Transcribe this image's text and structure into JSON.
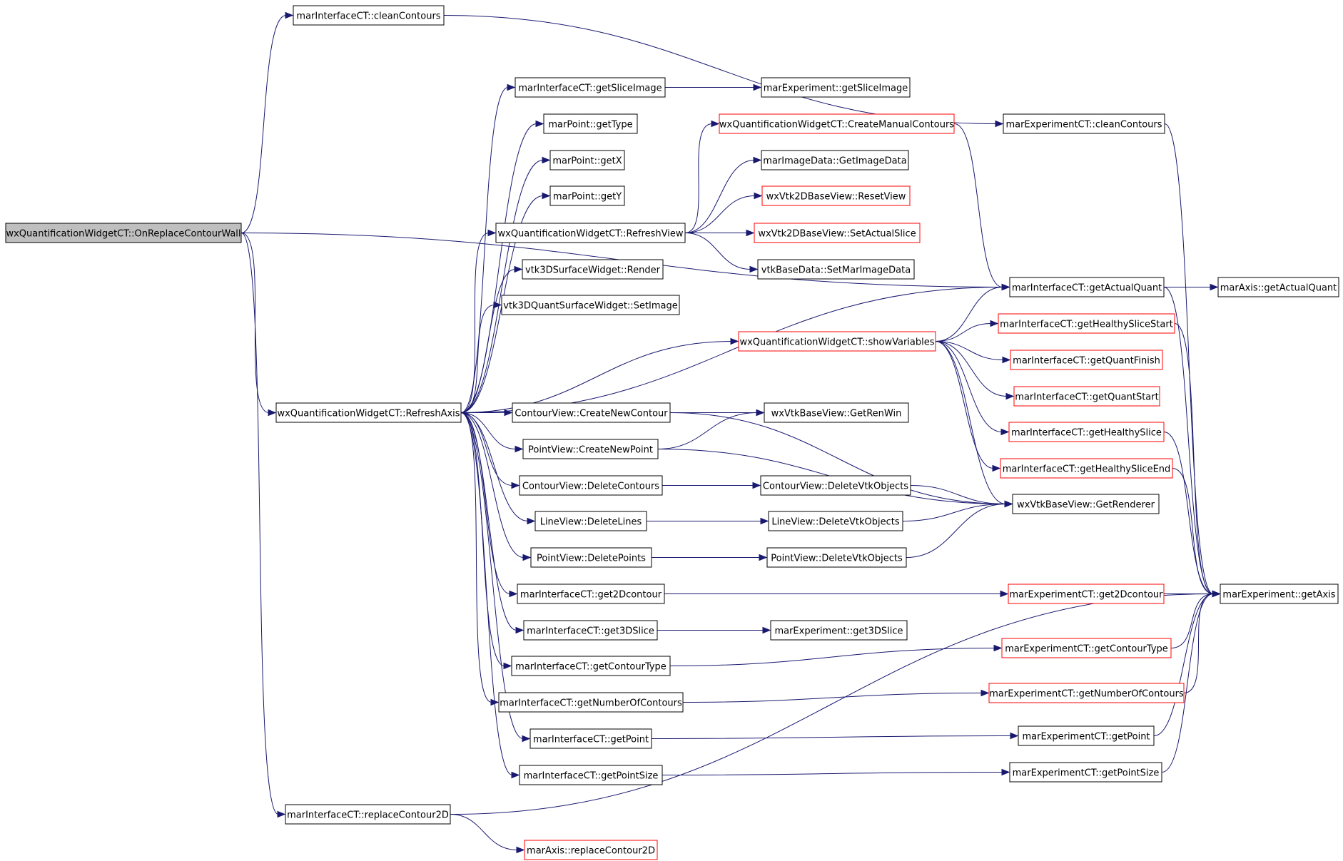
{
  "colors": {
    "edge": "#191970",
    "border_normal": "#000000",
    "border_truncated": "#ff0000",
    "fill_root": "#bfbfbf",
    "fill_normal": "#ffffff"
  },
  "nodes": [
    {
      "id": "root",
      "label": "wxQuantificationWidgetCT::OnReplaceContourWall",
      "style": "root"
    },
    {
      "id": "cleanContours",
      "label": "marInterfaceCT::cleanContours",
      "style": "normal"
    },
    {
      "id": "refreshAxis",
      "label": "wxQuantificationWidgetCT::RefreshAxis",
      "style": "normal"
    },
    {
      "id": "replaceContour2D",
      "label": "marInterfaceCT::replaceContour2D",
      "style": "normal"
    },
    {
      "id": "getSliceImage",
      "label": "marInterfaceCT::getSliceImage",
      "style": "normal"
    },
    {
      "id": "getType",
      "label": "marPoint::getType",
      "style": "normal"
    },
    {
      "id": "getX",
      "label": "marPoint::getX",
      "style": "normal"
    },
    {
      "id": "getY",
      "label": "marPoint::getY",
      "style": "normal"
    },
    {
      "id": "refreshView",
      "label": "wxQuantificationWidgetCT::RefreshView",
      "style": "normal"
    },
    {
      "id": "render",
      "label": "vtk3DSurfaceWidget::Render",
      "style": "normal"
    },
    {
      "id": "setImage",
      "label": "vtk3DQuantSurfaceWidget::SetImage",
      "style": "normal"
    },
    {
      "id": "showVariables",
      "label": "wxQuantificationWidgetCT::showVariables",
      "style": "truncated"
    },
    {
      "id": "createNewContour",
      "label": "ContourView::CreateNewContour",
      "style": "normal"
    },
    {
      "id": "createNewPoint",
      "label": "PointView::CreateNewPoint",
      "style": "normal"
    },
    {
      "id": "deleteContours",
      "label": "ContourView::DeleteContours",
      "style": "normal"
    },
    {
      "id": "deleteLines",
      "label": "LineView::DeleteLines",
      "style": "normal"
    },
    {
      "id": "deletePoints",
      "label": "PointView::DeletePoints",
      "style": "normal"
    },
    {
      "id": "get2Dcontour",
      "label": "marInterfaceCT::get2Dcontour",
      "style": "normal"
    },
    {
      "id": "get3DSlice",
      "label": "marInterfaceCT::get3DSlice",
      "style": "normal"
    },
    {
      "id": "getContourType",
      "label": "marInterfaceCT::getContourType",
      "style": "normal"
    },
    {
      "id": "getNumberOfContours",
      "label": "marInterfaceCT::getNumberOfContours",
      "style": "normal"
    },
    {
      "id": "getPoint",
      "label": "marInterfaceCT::getPoint",
      "style": "normal"
    },
    {
      "id": "getPointSize",
      "label": "marInterfaceCT::getPointSize",
      "style": "normal"
    },
    {
      "id": "axisReplaceContour2D",
      "label": "marAxis::replaceContour2D",
      "style": "truncated"
    },
    {
      "id": "expGetSliceImage",
      "label": "marExperiment::getSliceImage",
      "style": "normal"
    },
    {
      "id": "createManualContours",
      "label": "wxQuantificationWidgetCT::CreateManualContours",
      "style": "truncated"
    },
    {
      "id": "getImageData",
      "label": "marImageData::GetImageData",
      "style": "normal"
    },
    {
      "id": "resetView",
      "label": "wxVtk2DBaseView::ResetView",
      "style": "truncated"
    },
    {
      "id": "setActualSlice",
      "label": "wxVtk2DBaseView::SetActualSlice",
      "style": "truncated"
    },
    {
      "id": "setMarImageData",
      "label": "vtkBaseData::SetMarImageData",
      "style": "normal"
    },
    {
      "id": "getRenWin",
      "label": "wxVtkBaseView::GetRenWin",
      "style": "normal"
    },
    {
      "id": "contourDeleteVtk",
      "label": "ContourView::DeleteVtkObjects",
      "style": "normal"
    },
    {
      "id": "lineDeleteVtk",
      "label": "LineView::DeleteVtkObjects",
      "style": "normal"
    },
    {
      "id": "pointDeleteVtk",
      "label": "PointView::DeleteVtkObjects",
      "style": "normal"
    },
    {
      "id": "expGet3DSlice",
      "label": "marExperiment::get3DSlice",
      "style": "normal"
    },
    {
      "id": "expCleanContours",
      "label": "marExperimentCT::cleanContours",
      "style": "normal"
    },
    {
      "id": "getActualQuant",
      "label": "marInterfaceCT::getActualQuant",
      "style": "normal"
    },
    {
      "id": "getHealthySliceStart",
      "label": "marInterfaceCT::getHealthySliceStart",
      "style": "truncated"
    },
    {
      "id": "getQuantFinish",
      "label": "marInterfaceCT::getQuantFinish",
      "style": "truncated"
    },
    {
      "id": "getQuantStart",
      "label": "marInterfaceCT::getQuantStart",
      "style": "truncated"
    },
    {
      "id": "getHealthySlice",
      "label": "marInterfaceCT::getHealthySlice",
      "style": "truncated"
    },
    {
      "id": "getHealthySliceEnd",
      "label": "marInterfaceCT::getHealthySliceEnd",
      "style": "truncated"
    },
    {
      "id": "getRenderer",
      "label": "wxVtkBaseView::GetRenderer",
      "style": "normal"
    },
    {
      "id": "expCTGet2Dcontour",
      "label": "marExperimentCT::get2Dcontour",
      "style": "truncated"
    },
    {
      "id": "expCTGetContourType",
      "label": "marExperimentCT::getContourType",
      "style": "truncated"
    },
    {
      "id": "expCTGetNumberOfContours",
      "label": "marExperimentCT::getNumberOfContours",
      "style": "truncated"
    },
    {
      "id": "expCTGetPoint",
      "label": "marExperimentCT::getPoint",
      "style": "normal"
    },
    {
      "id": "expCTGetPointSize",
      "label": "marExperimentCT::getPointSize",
      "style": "normal"
    },
    {
      "id": "axisGetActualQuant",
      "label": "marAxis::getActualQuant",
      "style": "normal"
    },
    {
      "id": "expGetAxis",
      "label": "marExperiment::getAxis",
      "style": "normal"
    }
  ],
  "edges": [
    [
      "root",
      "cleanContours"
    ],
    [
      "root",
      "getActualQuant"
    ],
    [
      "root",
      "refreshAxis"
    ],
    [
      "root",
      "replaceContour2D"
    ],
    [
      "cleanContours",
      "expCleanContours"
    ],
    [
      "refreshAxis",
      "getSliceImage"
    ],
    [
      "refreshAxis",
      "getType"
    ],
    [
      "refreshAxis",
      "getX"
    ],
    [
      "refreshAxis",
      "getY"
    ],
    [
      "refreshAxis",
      "refreshView"
    ],
    [
      "refreshAxis",
      "render"
    ],
    [
      "refreshAxis",
      "setImage"
    ],
    [
      "refreshAxis",
      "getActualQuant"
    ],
    [
      "refreshAxis",
      "showVariables"
    ],
    [
      "refreshAxis",
      "createNewContour"
    ],
    [
      "refreshAxis",
      "createNewPoint"
    ],
    [
      "refreshAxis",
      "deleteContours"
    ],
    [
      "refreshAxis",
      "deleteLines"
    ],
    [
      "refreshAxis",
      "deletePoints"
    ],
    [
      "refreshAxis",
      "get2Dcontour"
    ],
    [
      "refreshAxis",
      "get3DSlice"
    ],
    [
      "refreshAxis",
      "getContourType"
    ],
    [
      "refreshAxis",
      "getNumberOfContours"
    ],
    [
      "refreshAxis",
      "getPoint"
    ],
    [
      "refreshAxis",
      "getPointSize"
    ],
    [
      "replaceContour2D",
      "axisReplaceContour2D"
    ],
    [
      "replaceContour2D",
      "expGetAxis"
    ],
    [
      "getSliceImage",
      "expGetSliceImage"
    ],
    [
      "refreshView",
      "createManualContours"
    ],
    [
      "refreshView",
      "getImageData"
    ],
    [
      "refreshView",
      "resetView"
    ],
    [
      "refreshView",
      "setActualSlice"
    ],
    [
      "refreshView",
      "setMarImageData"
    ],
    [
      "createManualContours",
      "getActualQuant"
    ],
    [
      "showVariables",
      "getActualQuant"
    ],
    [
      "showVariables",
      "getHealthySliceStart"
    ],
    [
      "showVariables",
      "getQuantFinish"
    ],
    [
      "showVariables",
      "getQuantStart"
    ],
    [
      "showVariables",
      "getHealthySlice"
    ],
    [
      "showVariables",
      "getHealthySliceEnd"
    ],
    [
      "showVariables",
      "getRenderer"
    ],
    [
      "createNewContour",
      "getRenWin"
    ],
    [
      "createNewContour",
      "getRenderer"
    ],
    [
      "createNewPoint",
      "getRenWin"
    ],
    [
      "createNewPoint",
      "getRenderer"
    ],
    [
      "deleteContours",
      "contourDeleteVtk"
    ],
    [
      "deleteLines",
      "lineDeleteVtk"
    ],
    [
      "deletePoints",
      "pointDeleteVtk"
    ],
    [
      "contourDeleteVtk",
      "getRenderer"
    ],
    [
      "lineDeleteVtk",
      "getRenderer"
    ],
    [
      "pointDeleteVtk",
      "getRenderer"
    ],
    [
      "get2Dcontour",
      "expCTGet2Dcontour"
    ],
    [
      "get3DSlice",
      "expGet3DSlice"
    ],
    [
      "getContourType",
      "expCTGetContourType"
    ],
    [
      "getNumberOfContours",
      "expCTGetNumberOfContours"
    ],
    [
      "getPoint",
      "expCTGetPoint"
    ],
    [
      "getPointSize",
      "expCTGetPointSize"
    ],
    [
      "expCleanContours",
      "expGetAxis"
    ],
    [
      "getActualQuant",
      "axisGetActualQuant"
    ],
    [
      "getActualQuant",
      "expGetAxis"
    ],
    [
      "getHealthySliceStart",
      "expGetAxis"
    ],
    [
      "getHealthySlice",
      "expGetAxis"
    ],
    [
      "getHealthySliceEnd",
      "expGetAxis"
    ],
    [
      "expCTGet2Dcontour",
      "expGetAxis"
    ],
    [
      "expCTGetContourType",
      "expGetAxis"
    ],
    [
      "expCTGetNumberOfContours",
      "expGetAxis"
    ],
    [
      "expCTGetPoint",
      "expGetAxis"
    ],
    [
      "expCTGetPointSize",
      "expGetAxis"
    ]
  ]
}
